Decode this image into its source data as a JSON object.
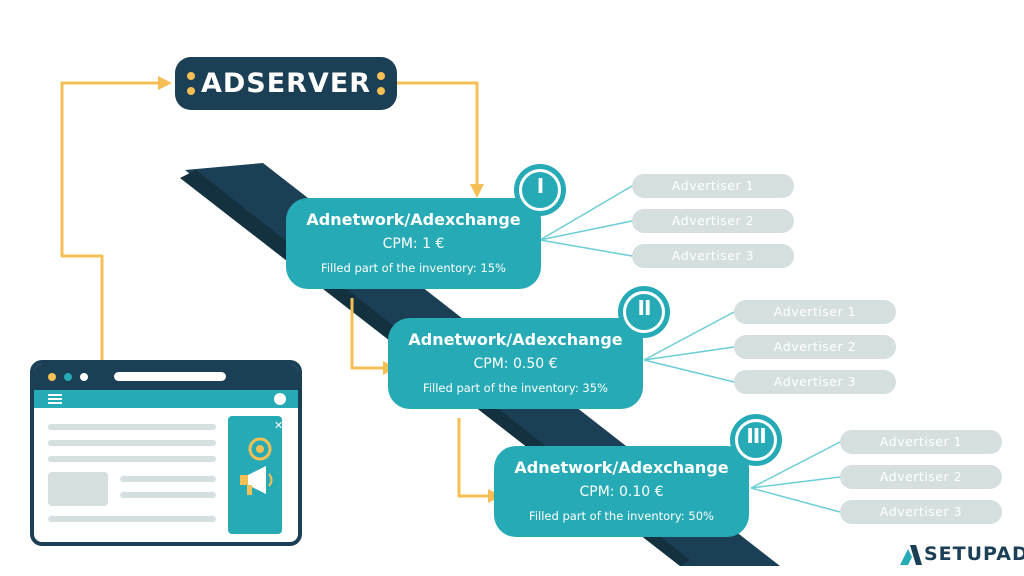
{
  "adserver": {
    "label": "ADSERVER"
  },
  "networks": [
    {
      "badge": "I",
      "title": "Adnetwork/Adexchange",
      "cpm": "CPM: 1 €",
      "filled": "Filled part of the inventory: 15%",
      "advertisers": [
        "Advertiser 1",
        "Advertiser 2",
        "Advertiser 3"
      ]
    },
    {
      "badge": "II",
      "title": "Adnetwork/Adexchange",
      "cpm": "CPM: 0.50 €",
      "filled": "Filled part of the inventory: 35%",
      "advertisers": [
        "Advertiser 1",
        "Advertiser 2",
        "Advertiser 3"
      ]
    },
    {
      "badge": "III",
      "title": "Adnetwork/Adexchange",
      "cpm": "CPM: 0.10 €",
      "filled": "Filled part of the inventory: 50%",
      "advertisers": [
        "Advertiser 1",
        "Advertiser 2",
        "Advertiser 3"
      ]
    }
  ],
  "browser": {
    "close_symbol": "✕"
  },
  "logo": {
    "text": "SETUPAD"
  },
  "colors": {
    "navy": "#1b3f55",
    "teal": "#26aab6",
    "arrow_yellow": "#f4bf55",
    "advertiser_pill": "#d5dfe0",
    "connector_line": "#6ccdd6"
  },
  "icons": [
    "megaphone-icon",
    "cursor-target-icon",
    "close-icon",
    "menu-icon"
  ]
}
